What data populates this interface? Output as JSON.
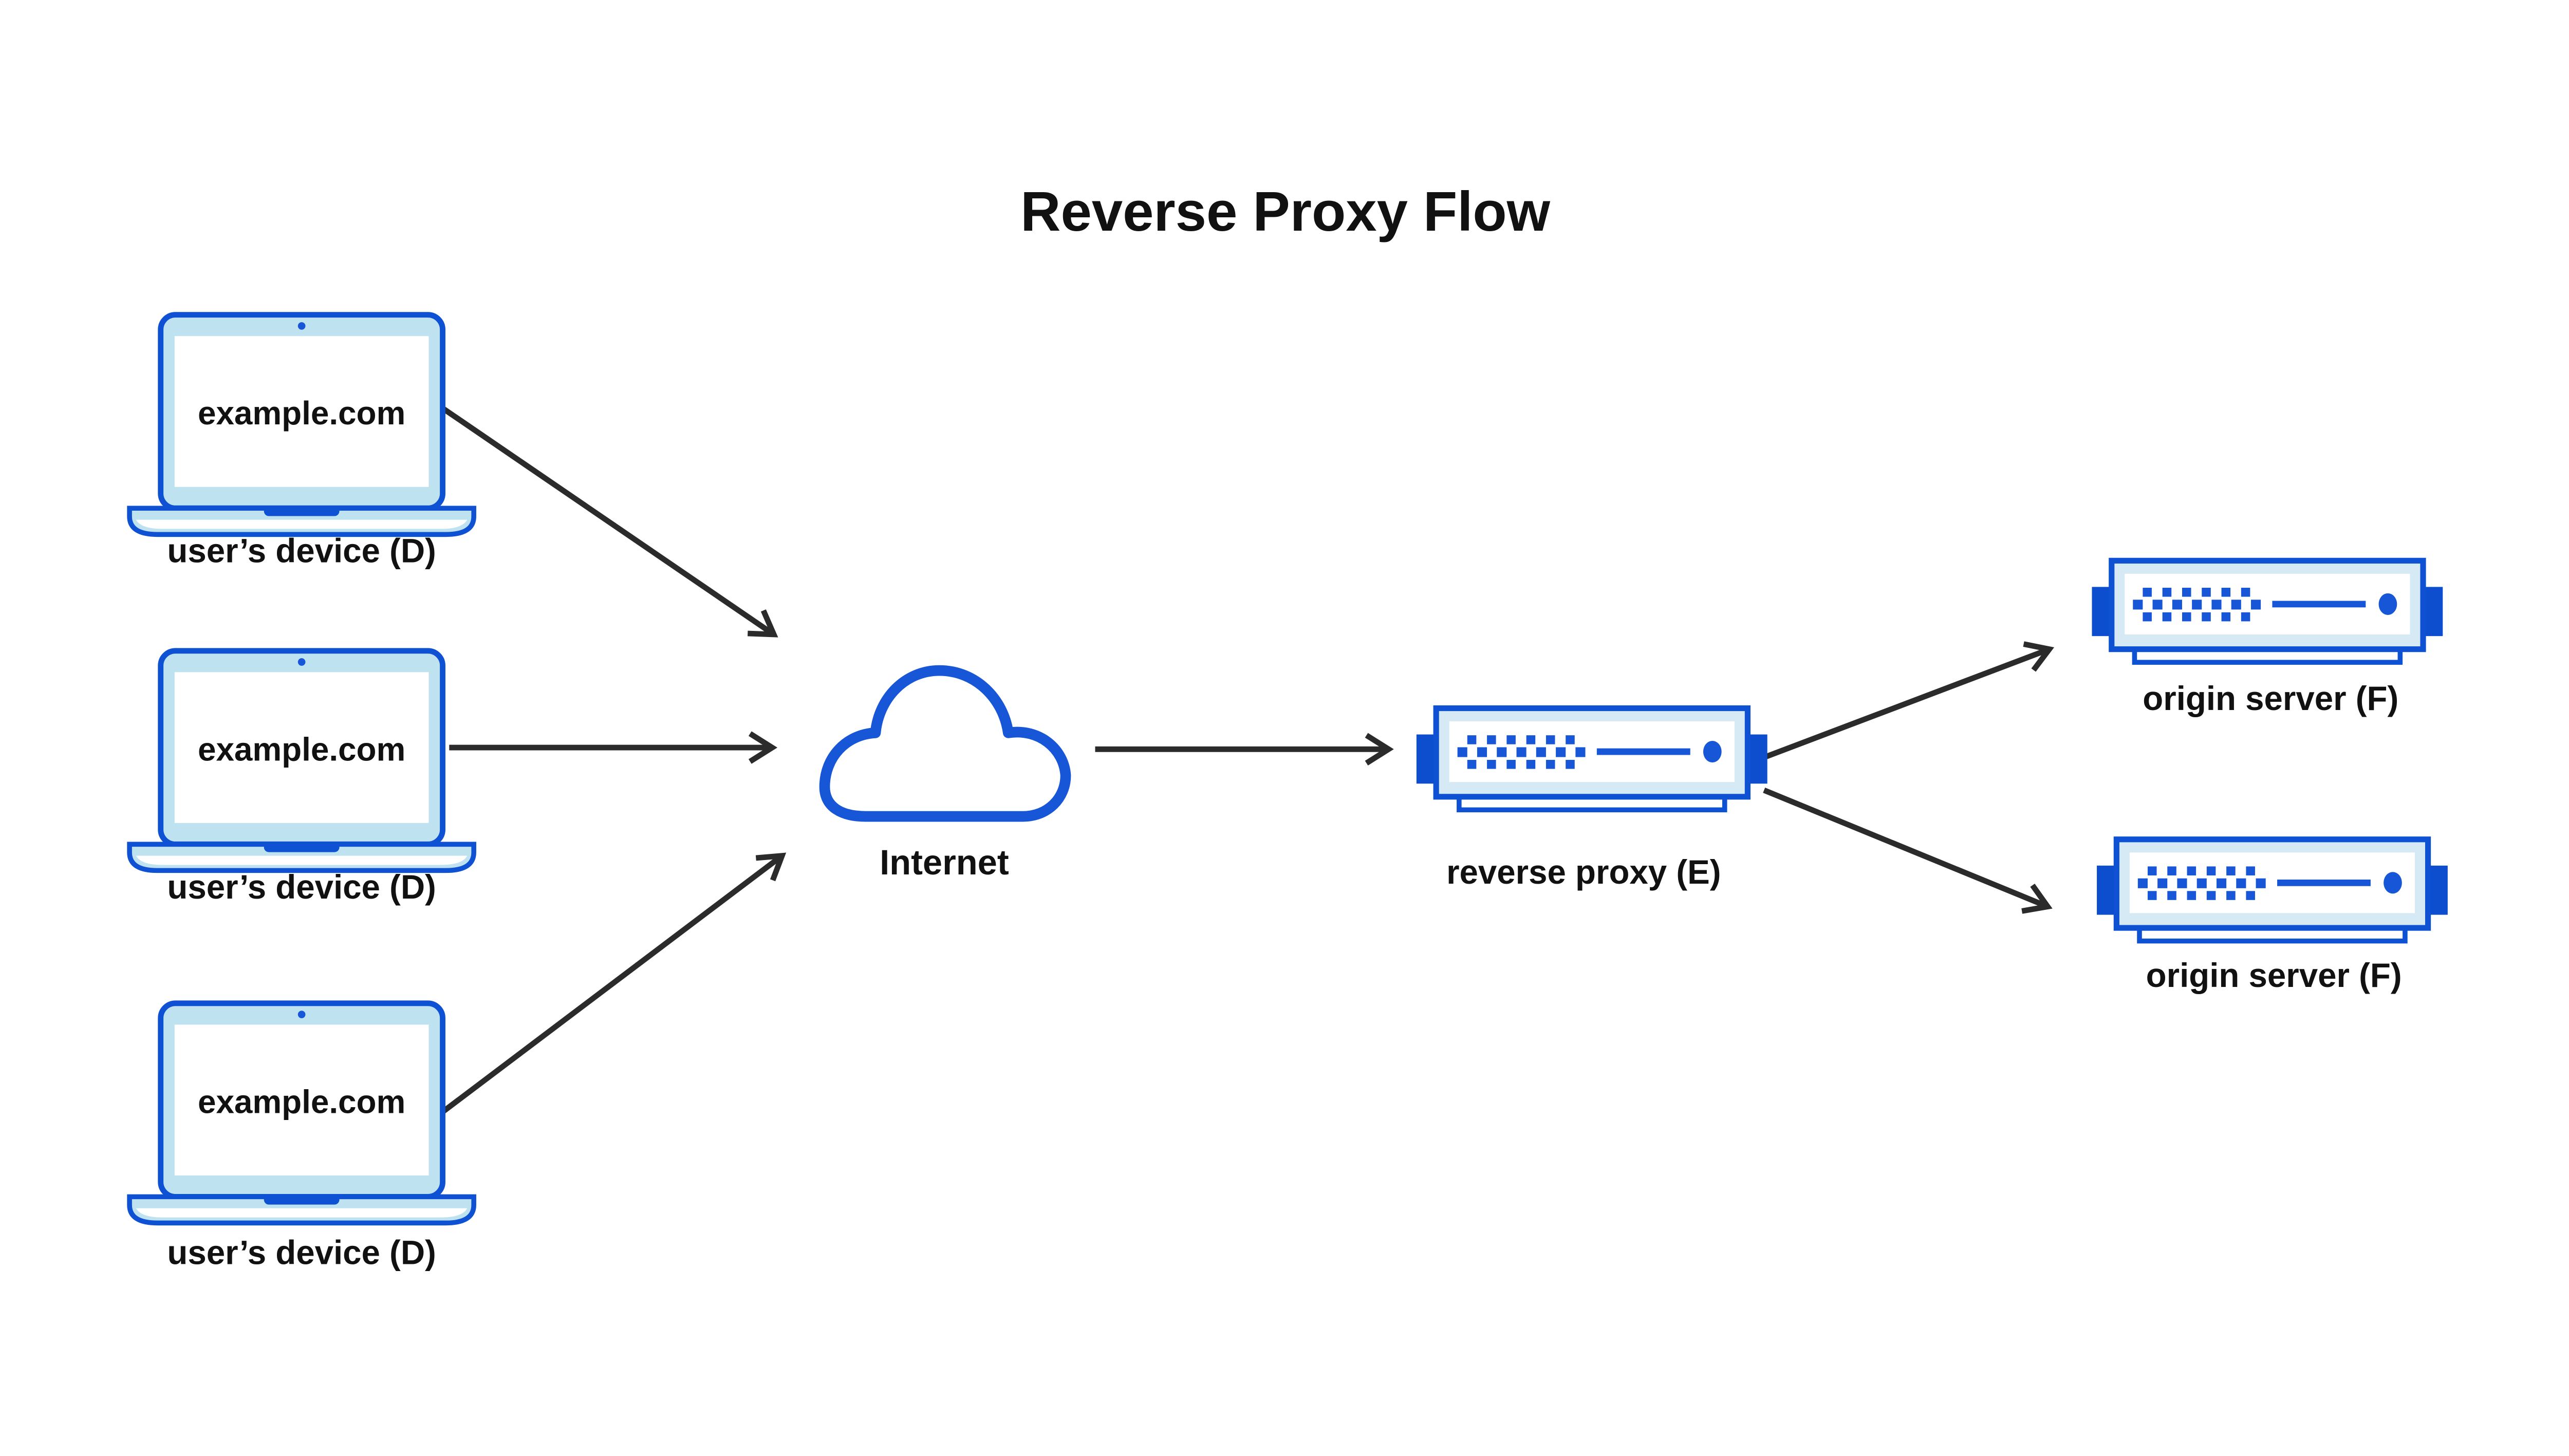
{
  "title": "Reverse Proxy Flow",
  "devices": [
    {
      "screen_text": "example.com",
      "label": "user’s device (D)"
    },
    {
      "screen_text": "example.com",
      "label": "user’s device (D)"
    },
    {
      "screen_text": "example.com",
      "label": "user’s device (D)"
    }
  ],
  "internet": {
    "label": "Internet"
  },
  "reverse_proxy": {
    "label": "reverse proxy (E)"
  },
  "origin_servers": [
    {
      "label": "origin server (F)"
    },
    {
      "label": "origin server (F)"
    }
  ],
  "colors": {
    "stroke": "#0e51d3",
    "tab": "#0c4ecd",
    "accent": "#1856d8",
    "light": "#bfe2f1",
    "band": "#d5eaf4",
    "arrow": "#2b2b2b",
    "text": "#111111",
    "bg": "#ffffff"
  }
}
